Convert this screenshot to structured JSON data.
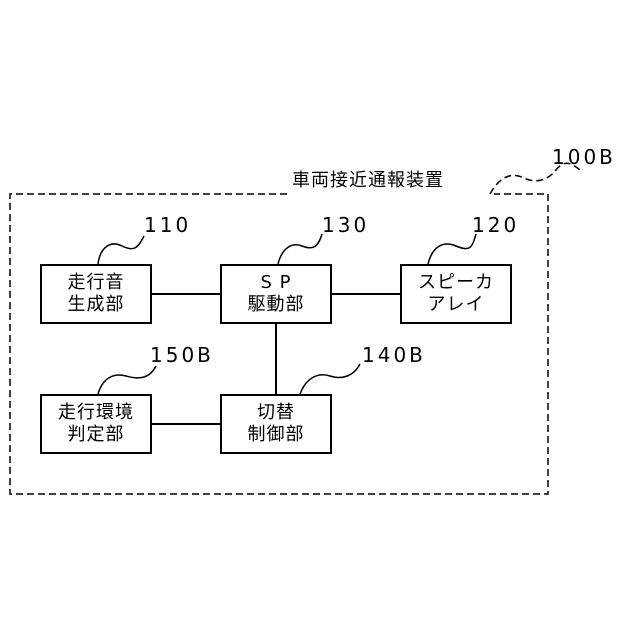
{
  "device": {
    "title": "車両接近通報装置",
    "ref": "100B"
  },
  "blocks": {
    "sound_gen": {
      "ref": "110",
      "line1": "走行音",
      "line2": "生成部"
    },
    "sp_drive": {
      "ref": "130",
      "line1": "S P",
      "line2": "駆動部"
    },
    "speaker": {
      "ref": "120",
      "line1": "スピーカ",
      "line2": "アレイ"
    },
    "env_judge": {
      "ref": "150B",
      "line1": "走行環境",
      "line2": "判定部"
    },
    "switch_ctrl": {
      "ref": "140B",
      "line1": "切替",
      "line2": "制御部"
    }
  }
}
